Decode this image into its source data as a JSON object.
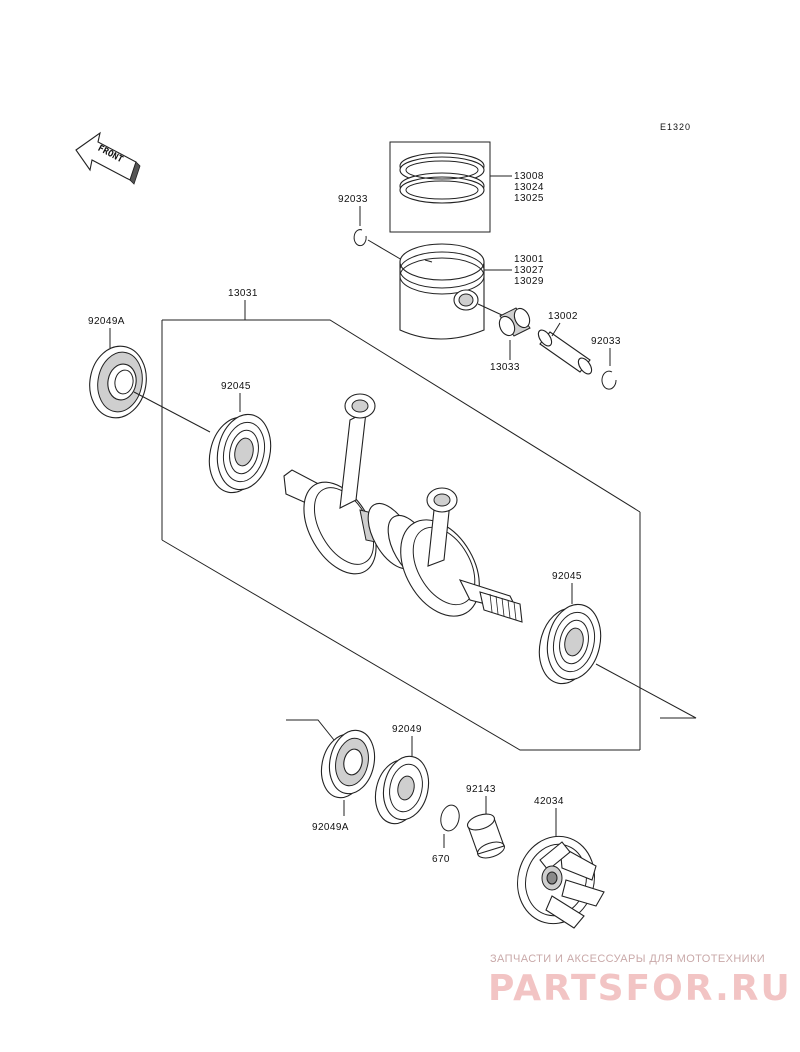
{
  "diagram": {
    "code": "E1320",
    "front_label": "FRONT",
    "part_numbers": {
      "rings_1": "13008",
      "rings_2": "13024",
      "rings_3": "13025",
      "circlip_left": "92033",
      "piston_1": "13001",
      "piston_2": "13027",
      "piston_3": "13029",
      "pin": "13002",
      "circlip_right": "92033",
      "needle_bearing": "13033",
      "crankshaft": "13031",
      "seal_top": "92049A",
      "bearing_left": "92045",
      "bearing_right": "92045",
      "bearing_bottom": "92049",
      "seal_bottom": "92049A",
      "collar": "92143",
      "oring": "670",
      "impeller": "42034"
    }
  },
  "watermark": {
    "tagline": "ЗАПЧАСТИ И АКСЕССУАРЫ ДЛЯ МОТОТЕХНИКИ",
    "brand": "PARTSFOR.RU"
  }
}
